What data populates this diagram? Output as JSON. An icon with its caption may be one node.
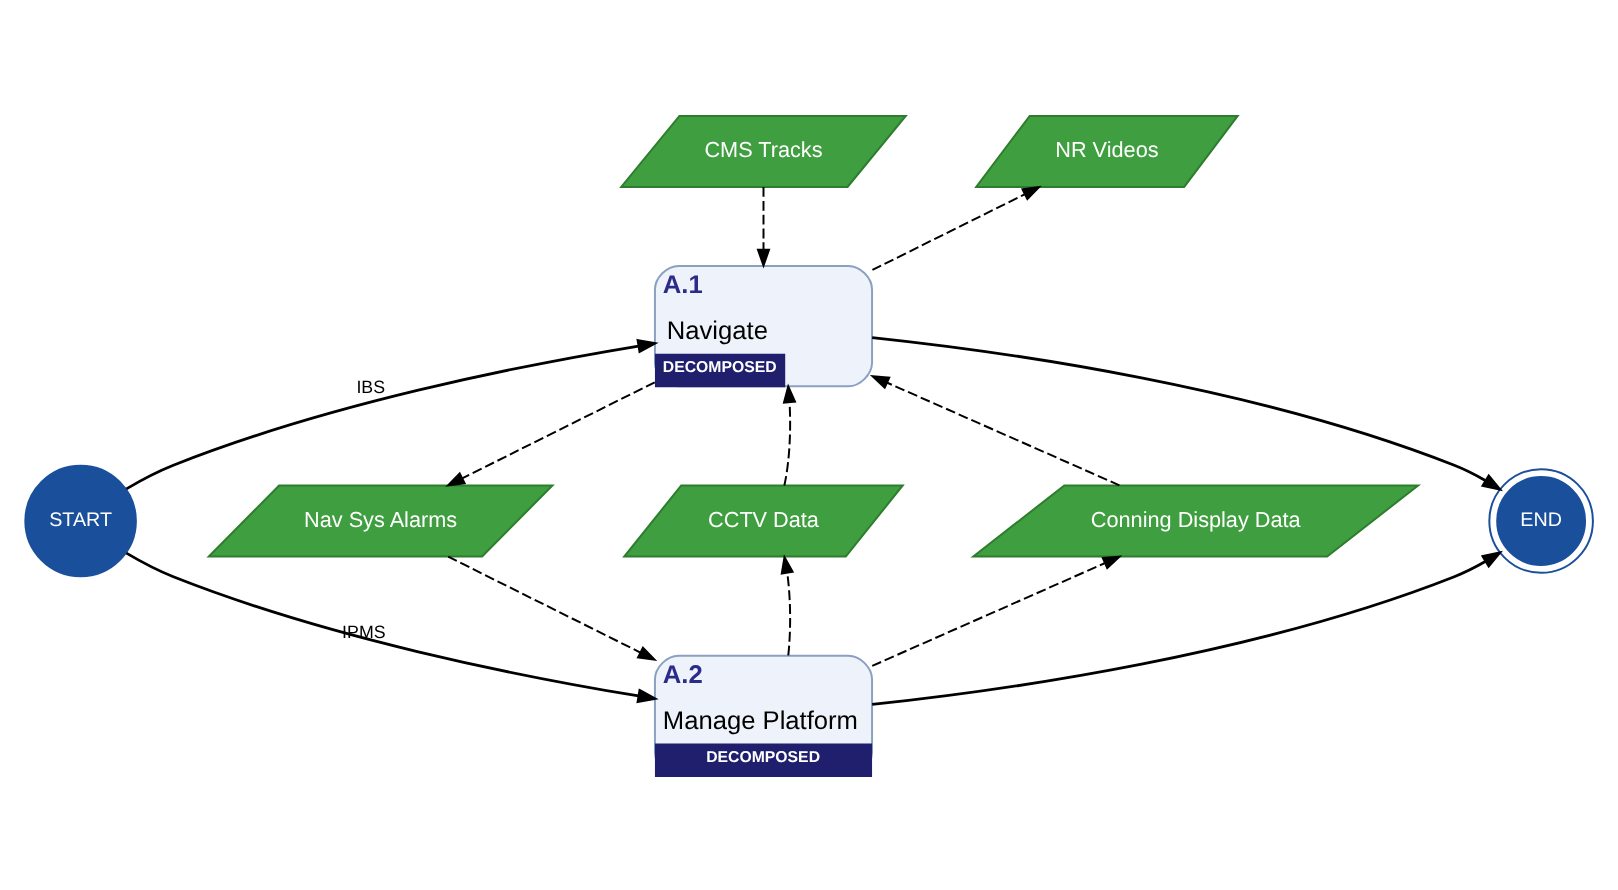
{
  "diagram": {
    "nodes": [
      {
        "text": [
          "CMS Tracks"
        ]
      },
      {
        "text": [
          "NR Videos"
        ]
      },
      {
        "text": [
          "A.1",
          "Navigate",
          "DECOMPOSED"
        ]
      },
      {
        "text": [
          "START"
        ]
      },
      {
        "text": [
          "Nav Sys Alarms"
        ]
      },
      {
        "text": [
          "CCTV Data"
        ]
      },
      {
        "text": [
          "Conning Display Data"
        ]
      },
      {
        "text": [
          "END"
        ]
      },
      {
        "text": [
          "A.2",
          "Manage Platform",
          "DECOMPOSED"
        ]
      }
    ],
    "edges": [
      {
        "from": 3,
        "to": 2,
        "arrow": "to",
        "label": "IBS"
      },
      {
        "from": 3,
        "to": 8,
        "arrow": "to",
        "label": "IPMS"
      },
      {
        "from": 0,
        "to": 2,
        "arrow": "to",
        "style": "dashed"
      },
      {
        "from": 2,
        "to": 1,
        "arrow": "to",
        "style": "dashed"
      },
      {
        "from": 2,
        "to": 4,
        "arrow": "to",
        "style": "dashed"
      },
      {
        "from": 5,
        "to": 2,
        "arrow": "to",
        "style": "dashed"
      },
      {
        "from": 6,
        "to": 2,
        "arrow": "to",
        "style": "dashed"
      },
      {
        "from": 4,
        "to": 8,
        "arrow": "to",
        "style": "dashed"
      },
      {
        "from": 8,
        "to": 5,
        "arrow": "to",
        "style": "dashed"
      },
      {
        "from": 8,
        "to": 6,
        "arrow": "to",
        "style": "dashed"
      },
      {
        "from": 2,
        "to": 7,
        "arrow": "to"
      },
      {
        "from": 8,
        "to": 7,
        "arrow": "to"
      }
    ]
  }
}
